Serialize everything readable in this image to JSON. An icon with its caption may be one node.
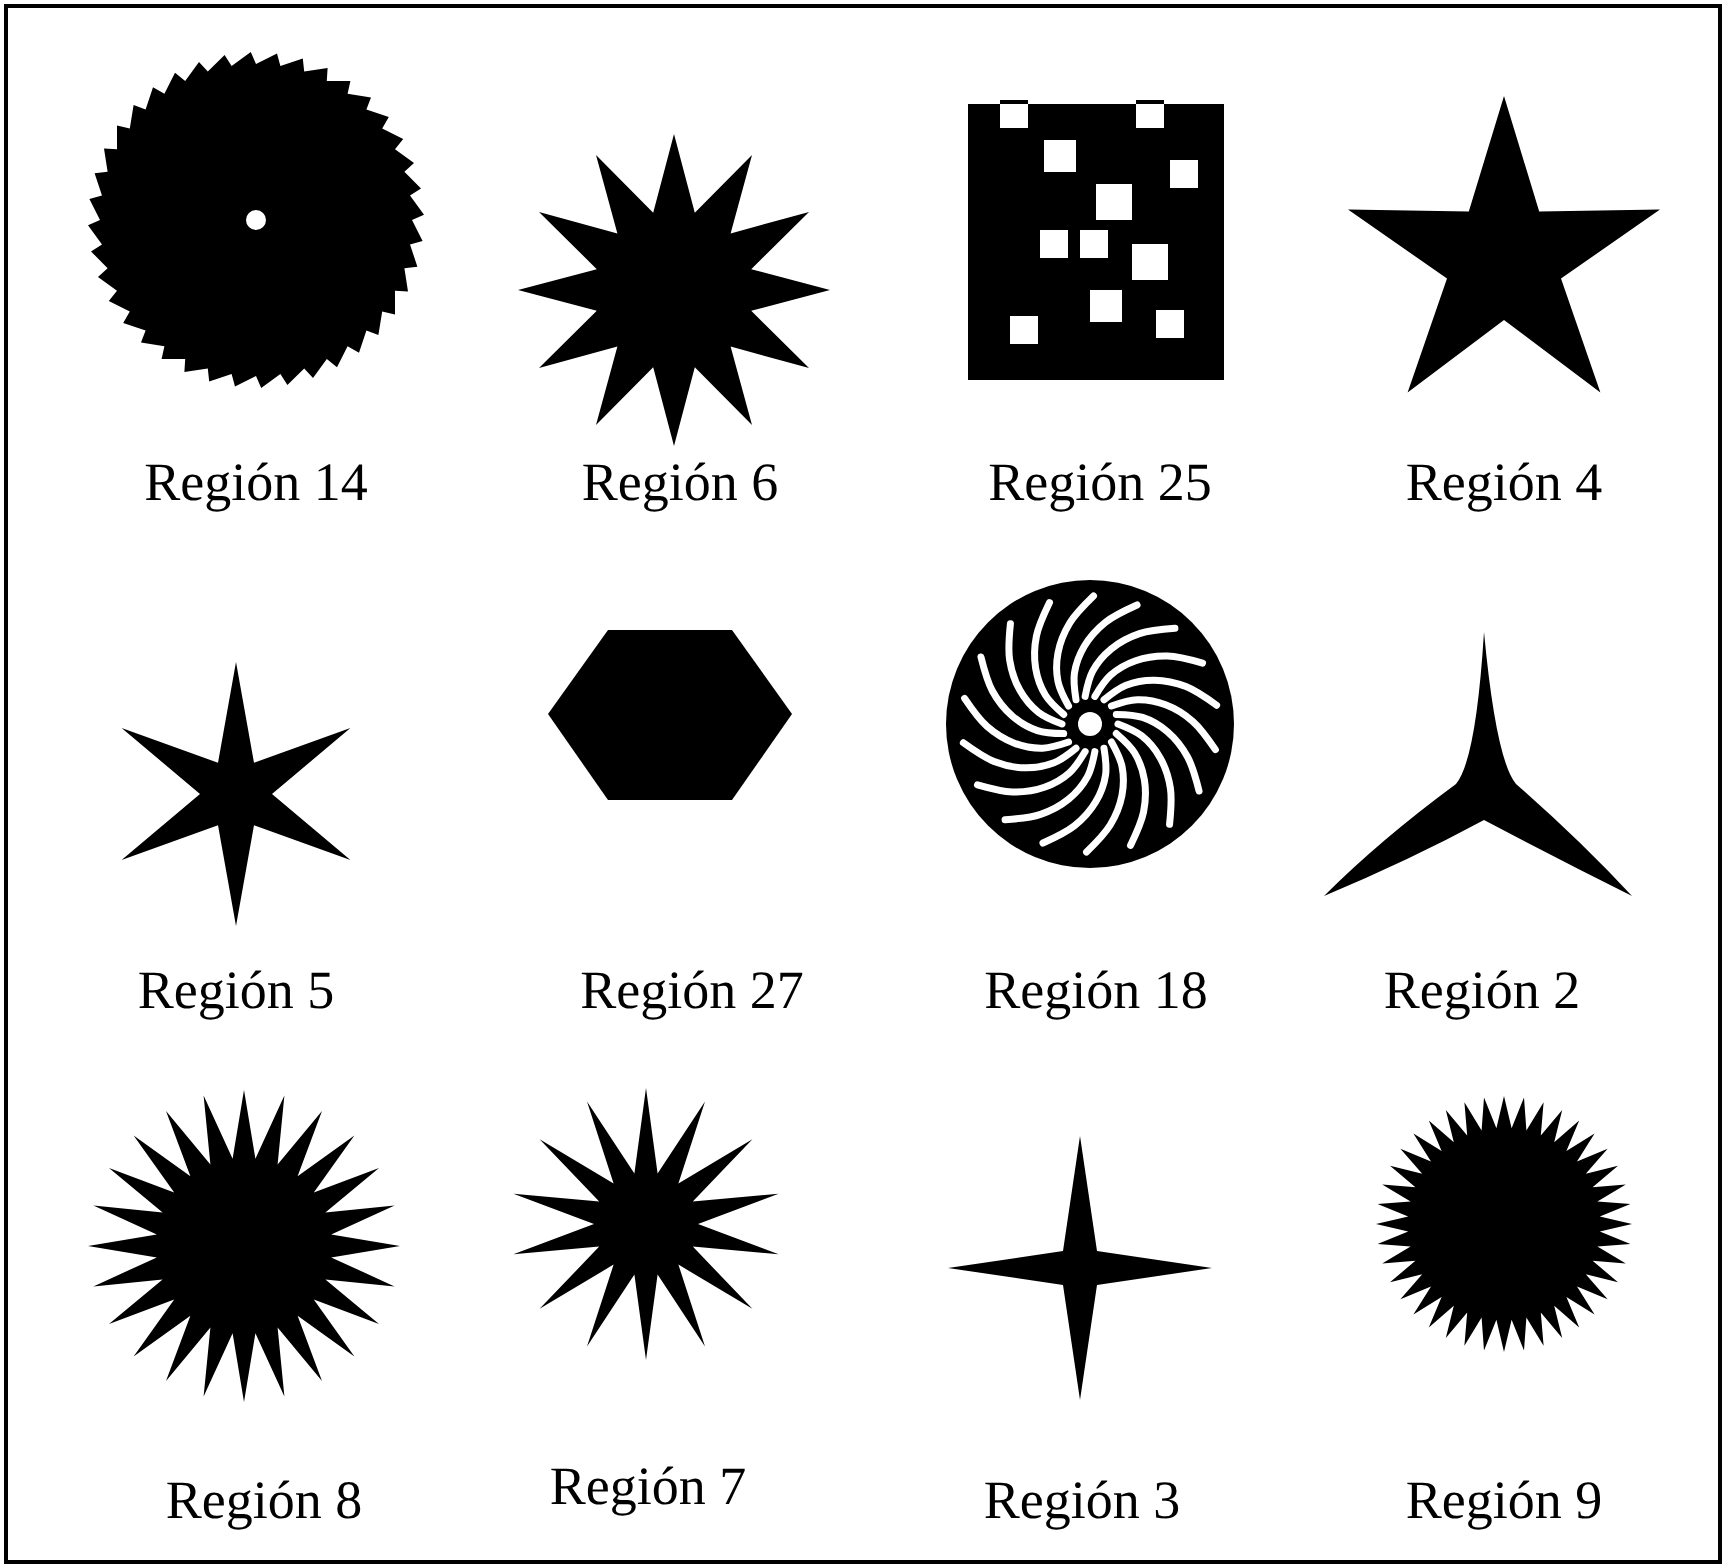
{
  "diagram": {
    "labels": [
      "Región 14",
      "Región 6",
      "Región 25",
      "Región 4",
      "Región 5",
      "Región 27",
      "Región 18",
      "Región 2",
      "Región 8",
      "Región 7",
      "Región 3",
      "Región 9"
    ]
  }
}
